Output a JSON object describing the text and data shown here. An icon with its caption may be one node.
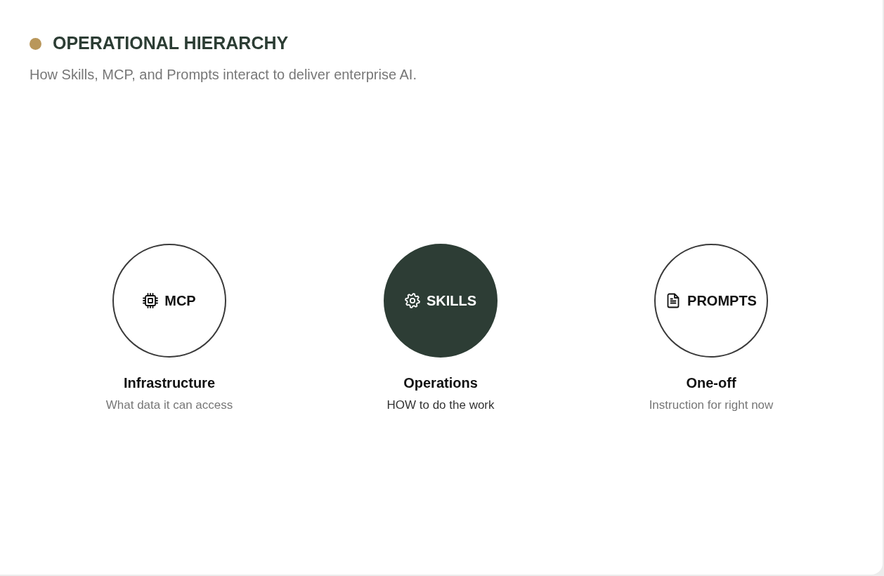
{
  "diagram": {
    "title": "OPERATIONAL HIERARCHY",
    "caption": "How Skills, MCP, and Prompts interact to deliver enterprise AI.",
    "nodes": [
      {
        "text": [
          "MCP"
        ],
        "beside": [
          "Infrastructure",
          "What data it can access"
        ]
      },
      {
        "text": [
          "SKILLS"
        ],
        "beside": [
          "Operations",
          "HOW to do the work"
        ]
      },
      {
        "text": [
          "PROMPTS"
        ],
        "beside": [
          "One-off",
          "Instruction for right now"
        ]
      }
    ]
  }
}
